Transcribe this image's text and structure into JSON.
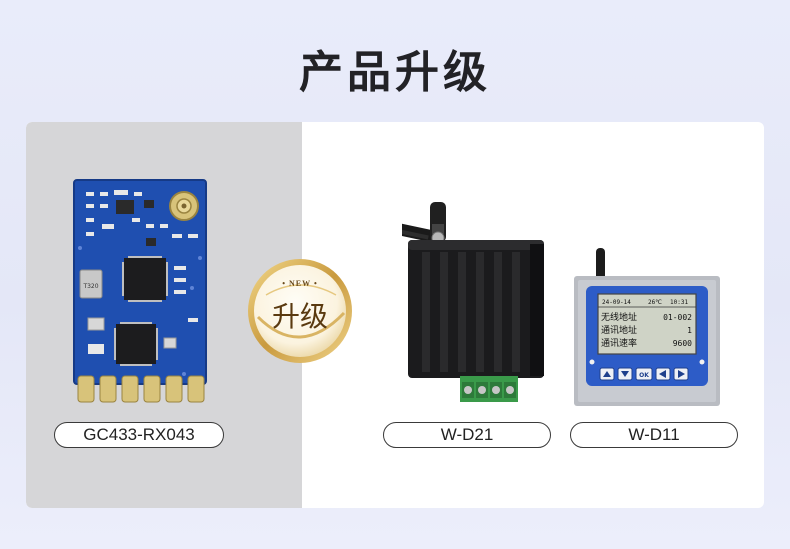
{
  "page": {
    "title": "产品升级"
  },
  "badge": {
    "new_text": "• NEW •",
    "label": "升级"
  },
  "products": [
    {
      "label": "GC433-RX043"
    },
    {
      "label": "W-D21"
    },
    {
      "label": "W-D11"
    }
  ],
  "module_chip": {
    "marking": "T320"
  },
  "lcd": {
    "date": "24-09-14",
    "temp": "26℃",
    "time": "10:31",
    "rows": [
      {
        "name": "无线地址",
        "value": "01-002"
      },
      {
        "name": "通讯地址",
        "value": "1"
      },
      {
        "name": "通讯速率",
        "value": "9600"
      }
    ],
    "ok_label": "OK"
  },
  "colors": {
    "title": "#222226",
    "pcb_blue": "#1f4fb0",
    "gold": "#c9a04a",
    "lcd_frame": "#2d5cc7",
    "terminal_green": "#3a9a4a"
  }
}
